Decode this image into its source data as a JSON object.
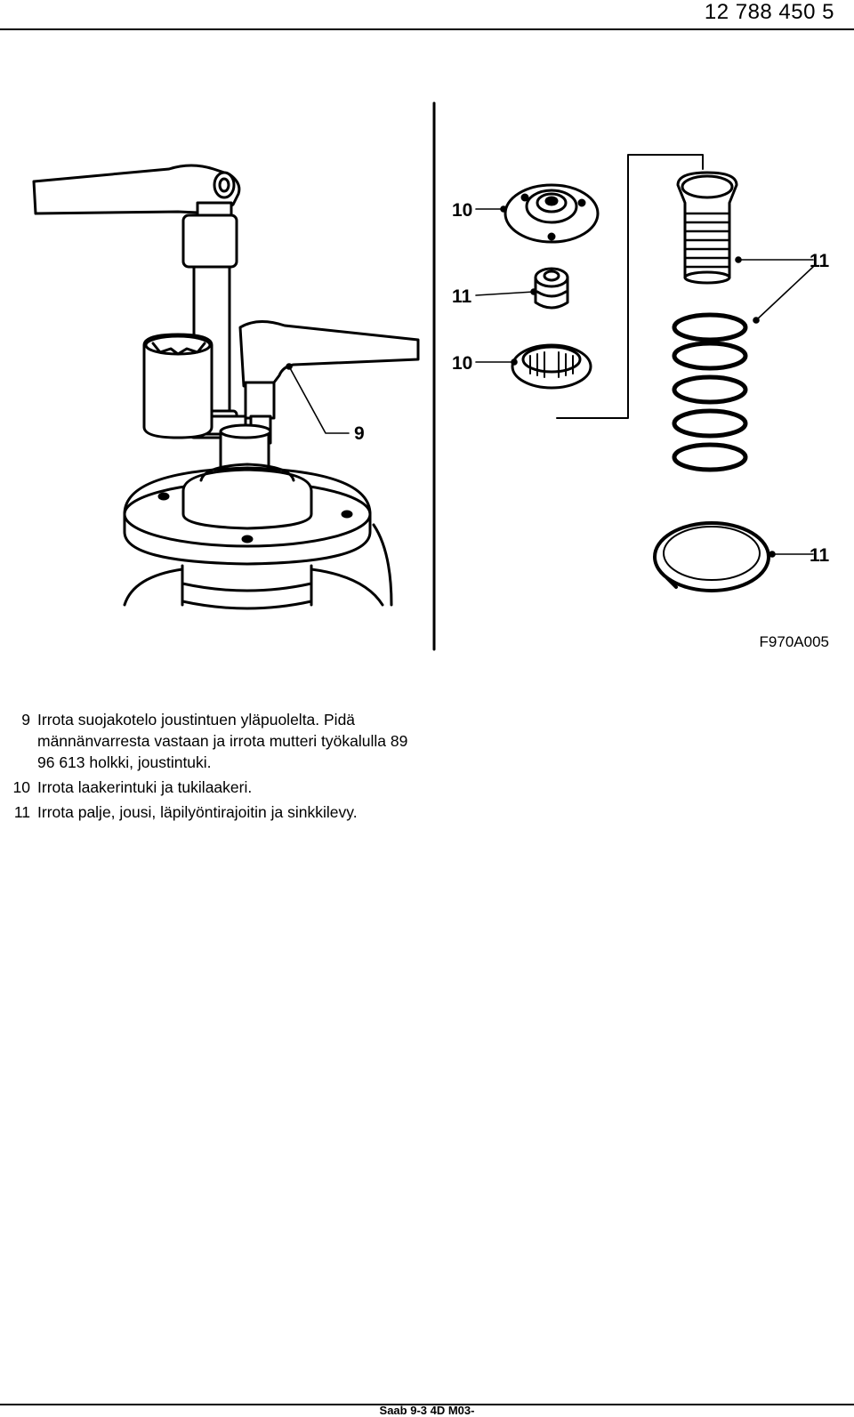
{
  "header": {
    "page_number": "12 788 450  5"
  },
  "figure": {
    "code": "F970A005",
    "callouts": {
      "c10_top": "10",
      "c11_mid": "11",
      "c10_bottom": "10",
      "c9": "9",
      "c11_right_top": "11",
      "c11_right_bottom": "11"
    }
  },
  "steps": [
    {
      "num": "9",
      "text": "Irrota suojakotelo joustintuen yläpuolelta. Pidä männänvarresta vastaan ja irrota mutteri työkalulla 89 96 613 holkki, joustintuki."
    },
    {
      "num": "10",
      "text": "Irrota laakerintuki ja tukilaakeri."
    },
    {
      "num": "11",
      "text": "Irrota palje, jousi, läpilyöntirajoitin ja sinkkilevy."
    }
  ],
  "footer": {
    "text": "Saab 9-3 4D M03-"
  }
}
